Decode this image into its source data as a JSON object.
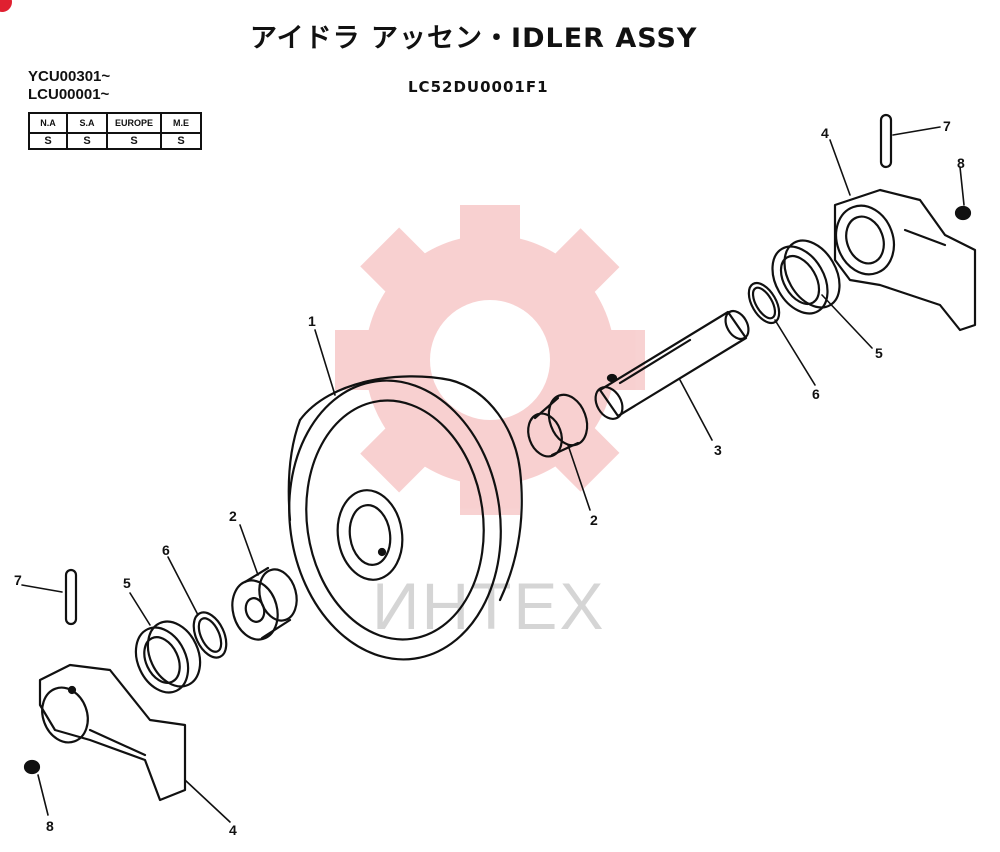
{
  "header": {
    "title": "アイドラ アッセン・IDLER ASSY",
    "serials": [
      "YCU00301~",
      "LCU00001~"
    ],
    "drawing_code": "LC52DU0001F1"
  },
  "region_table": {
    "headers": [
      "N.A",
      "S.A",
      "EUROPE",
      "M.E"
    ],
    "values": [
      "S",
      "S",
      "S",
      "S"
    ]
  },
  "callouts": {
    "idler": "1",
    "bushing_right": "2",
    "bushing_left": "2",
    "shaft": "3",
    "support_right": "4",
    "support_left": "4",
    "seal_right": "5",
    "seal_left": "5",
    "oring_right": "6",
    "oring_left": "6",
    "pin_right": "7",
    "pin_left": "7",
    "plug_right": "8",
    "plug_left": "8"
  },
  "watermark": {
    "text": "ИНТЕХ",
    "color": "#f0a8a8"
  }
}
